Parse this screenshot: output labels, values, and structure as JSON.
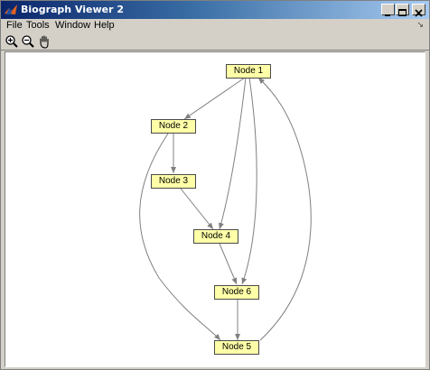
{
  "window": {
    "title": "Biograph Viewer 2"
  },
  "menubar": {
    "items": [
      "File",
      "Tools",
      "Window",
      "Help"
    ],
    "dock_glyph": "↘"
  },
  "toolbar": {
    "tools": [
      "zoom-in-icon",
      "zoom-out-icon",
      "pan-hand-icon"
    ]
  },
  "graph": {
    "nodes": [
      {
        "id": "n1",
        "label": "Node 1"
      },
      {
        "id": "n2",
        "label": "Node 2"
      },
      {
        "id": "n3",
        "label": "Node 3"
      },
      {
        "id": "n4",
        "label": "Node 4"
      },
      {
        "id": "n6",
        "label": "Node 6"
      },
      {
        "id": "n5",
        "label": "Node 5"
      }
    ],
    "edges": [
      {
        "from": "Node 1",
        "to": "Node 2"
      },
      {
        "from": "Node 1",
        "to": "Node 4"
      },
      {
        "from": "Node 1",
        "to": "Node 6"
      },
      {
        "from": "Node 2",
        "to": "Node 3"
      },
      {
        "from": "Node 2",
        "to": "Node 5"
      },
      {
        "from": "Node 3",
        "to": "Node 4"
      },
      {
        "from": "Node 4",
        "to": "Node 6"
      },
      {
        "from": "Node 6",
        "to": "Node 5"
      },
      {
        "from": "Node 5",
        "to": "Node 1"
      }
    ],
    "colors": {
      "node_fill": "#ffffa8",
      "node_border": "#4a4a4a",
      "edge": "#808080"
    }
  }
}
